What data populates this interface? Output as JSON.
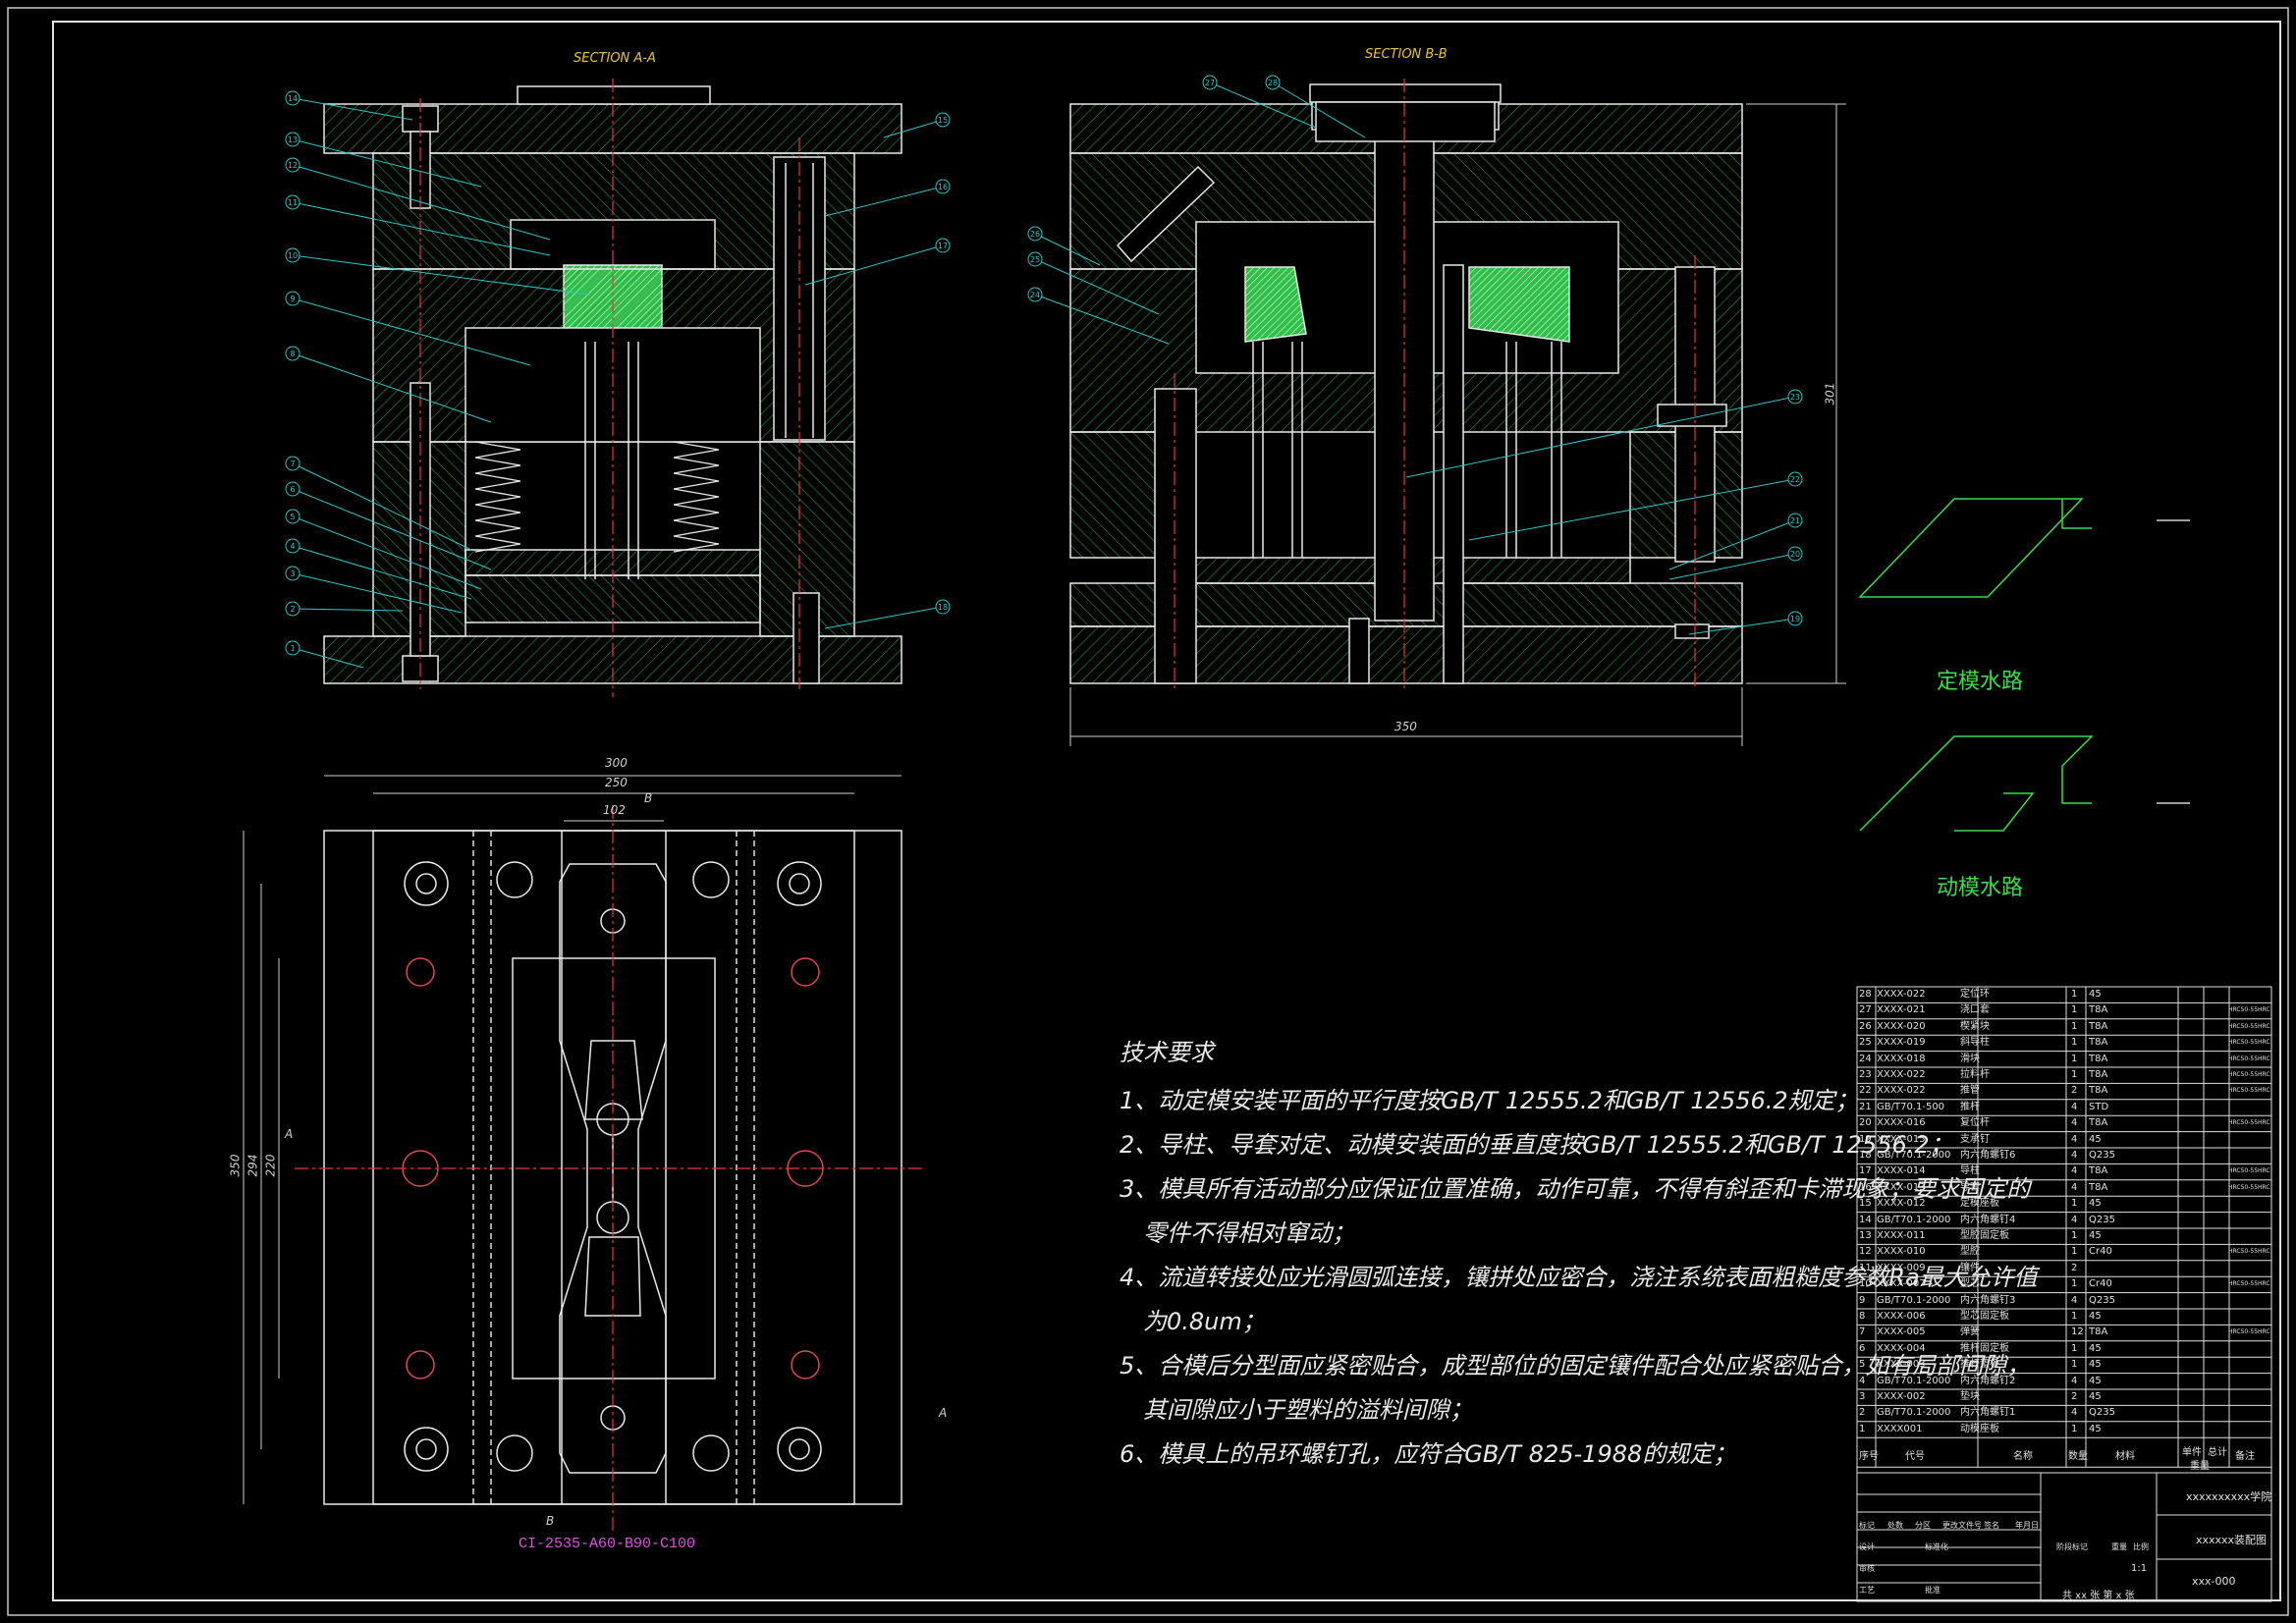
{
  "sections": {
    "a": "SECTION A-A",
    "b": "SECTION B-B"
  },
  "dims": {
    "aa_width": "300",
    "aa_inner": "250",
    "aa_mid": "102",
    "aa_height": "350",
    "aa_h2": "294",
    "aa_h3": "220",
    "bb_width": "350",
    "bb_height": "301",
    "marker_a": "A",
    "marker_b": "B"
  },
  "callouts_left": [
    "14",
    "13",
    "12",
    "11",
    "10",
    "9",
    "8",
    "7",
    "6",
    "5",
    "4",
    "3",
    "2",
    "1"
  ],
  "callouts_right_a": [
    "15",
    "16",
    "17",
    "18"
  ],
  "callouts_b_left": [
    "27",
    "28",
    "26",
    "25",
    "24"
  ],
  "callouts_b_right": [
    "23",
    "22",
    "21",
    "20",
    "19"
  ],
  "water": {
    "fixed": "定模水路",
    "moving": "动模水路"
  },
  "spec_code": "CI-2535-A60-B90-C100",
  "tech": {
    "title": "技术要求",
    "items": [
      "1、动定模安装平面的平行度按GB/T 12555.2和GB/T 12556.2规定；",
      "2、导柱、导套对定、动模安装面的垂直度按GB/T 12555.2和GB/T 12556.2；",
      "3、模具所有活动部分应保证位置准确，动作可靠，不得有斜歪和卡滞现象；要求固定的",
      "零件不得相对窜动；",
      "4、流道转接处应光滑圆弧连接，镶拼处应密合，浇注系统表面粗糙度参数Ra最大允许值",
      "为0.8um；",
      "5、合模后分型面应紧密贴合，成型部位的固定镶件配合处应紧密贴合，如有局部间隙，",
      "其间隙应小于塑料的溢料间隙；",
      "6、模具上的吊环螺钉孔，应符合GB/T 825-1988的规定；"
    ]
  },
  "bom": [
    {
      "no": "28",
      "code": "XXXX-022",
      "name": "定位环",
      "qty": "1",
      "mat": "45",
      "rem": ""
    },
    {
      "no": "27",
      "code": "XXXX-021",
      "name": "浇口套",
      "qty": "1",
      "mat": "T8A",
      "rem": "HRC50-55HRC"
    },
    {
      "no": "26",
      "code": "XXXX-020",
      "name": "楔紧块",
      "qty": "1",
      "mat": "T8A",
      "rem": "HRC50-55HRC"
    },
    {
      "no": "25",
      "code": "XXXX-019",
      "name": "斜导柱",
      "qty": "1",
      "mat": "T8A",
      "rem": "HRC50-55HRC"
    },
    {
      "no": "24",
      "code": "XXXX-018",
      "name": "滑块",
      "qty": "1",
      "mat": "T8A",
      "rem": "HRC50-55HRC"
    },
    {
      "no": "23",
      "code": "XXXX-022",
      "name": "拉料杆",
      "qty": "1",
      "mat": "T8A",
      "rem": "HRC50-55HRC"
    },
    {
      "no": "22",
      "code": "XXXX-022",
      "name": "推管",
      "qty": "2",
      "mat": "T8A",
      "rem": "HRC50-55HRC"
    },
    {
      "no": "21",
      "code": "GB/T70.1-500",
      "name": "推杆",
      "qty": "4",
      "mat": "STD",
      "rem": ""
    },
    {
      "no": "20",
      "code": "XXXX-016",
      "name": "复位杆",
      "qty": "4",
      "mat": "T8A",
      "rem": "HRC50-55HRC"
    },
    {
      "no": "19",
      "code": "XXXX-015",
      "name": "支承钉",
      "qty": "4",
      "mat": "45",
      "rem": ""
    },
    {
      "no": "18",
      "code": "GB/T70.1-2000",
      "name": "内六角螺钉6",
      "qty": "4",
      "mat": "Q235",
      "rem": ""
    },
    {
      "no": "17",
      "code": "XXXX-014",
      "name": "导柱",
      "qty": "4",
      "mat": "T8A",
      "rem": "HRC50-55HRC"
    },
    {
      "no": "16",
      "code": "XXXX-013",
      "name": "导套",
      "qty": "4",
      "mat": "T8A",
      "rem": "HRC50-55HRC"
    },
    {
      "no": "15",
      "code": "XXXX-012",
      "name": "定模座板",
      "qty": "1",
      "mat": "45",
      "rem": ""
    },
    {
      "no": "14",
      "code": "GB/T70.1-2000",
      "name": "内六角螺钉4",
      "qty": "4",
      "mat": "Q235",
      "rem": ""
    },
    {
      "no": "13",
      "code": "XXXX-011",
      "name": "型腔固定板",
      "qty": "1",
      "mat": "45",
      "rem": ""
    },
    {
      "no": "12",
      "code": "XXXX-010",
      "name": "型腔",
      "qty": "1",
      "mat": "Cr40",
      "rem": "HRC50-55HRC"
    },
    {
      "no": "11",
      "code": "XXXX-009",
      "name": "镶件",
      "qty": "2",
      "mat": "",
      "rem": ""
    },
    {
      "no": "10",
      "code": "XXXX-007",
      "name": "型芯",
      "qty": "1",
      "mat": "Cr40",
      "rem": "HRC50-55HRC"
    },
    {
      "no": "9",
      "code": "GB/T70.1-2000",
      "name": "内六角螺钉3",
      "qty": "4",
      "mat": "Q235",
      "rem": ""
    },
    {
      "no": "8",
      "code": "XXXX-006",
      "name": "型芯固定板",
      "qty": "1",
      "mat": "45",
      "rem": ""
    },
    {
      "no": "7",
      "code": "XXXX-005",
      "name": "弹簧",
      "qty": "12",
      "mat": "T8A",
      "rem": "HRC50-55HRC"
    },
    {
      "no": "6",
      "code": "XXXX-004",
      "name": "推杆固定板",
      "qty": "1",
      "mat": "45",
      "rem": ""
    },
    {
      "no": "5",
      "code": "XXXX-003",
      "name": "推杆垫板",
      "qty": "1",
      "mat": "45",
      "rem": ""
    },
    {
      "no": "4",
      "code": "GB/T70.1-2000",
      "name": "内六角螺钉2",
      "qty": "4",
      "mat": "45",
      "rem": ""
    },
    {
      "no": "3",
      "code": "XXXX-002",
      "name": "垫块",
      "qty": "2",
      "mat": "45",
      "rem": ""
    },
    {
      "no": "2",
      "code": "GB/T70.1-2000",
      "name": "内六角螺钉1",
      "qty": "4",
      "mat": "Q235",
      "rem": ""
    },
    {
      "no": "1",
      "code": "XXXX001",
      "name": "动模座板",
      "qty": "1",
      "mat": "45",
      "rem": ""
    }
  ],
  "bom_header": {
    "no": "序号",
    "code": "代号",
    "name": "名称",
    "qty": "数量",
    "mat": "材料",
    "w1": "单件",
    "w2": "总计",
    "weight": "重量",
    "rem": "备注"
  },
  "title_block": {
    "school": "xxxxxxxxxx学院",
    "drawing": "xxxxxx装配图",
    "number": "xxx-000",
    "sheets": "共 xx 张  第 x 张",
    "scale": "1:1",
    "labels": [
      "标记",
      "处数",
      "分区",
      "更改文件号",
      "签名",
      "年月日",
      "设计",
      "标准化",
      "阶段标记",
      "重量",
      "比例",
      "审核",
      "工艺",
      "批准"
    ]
  }
}
